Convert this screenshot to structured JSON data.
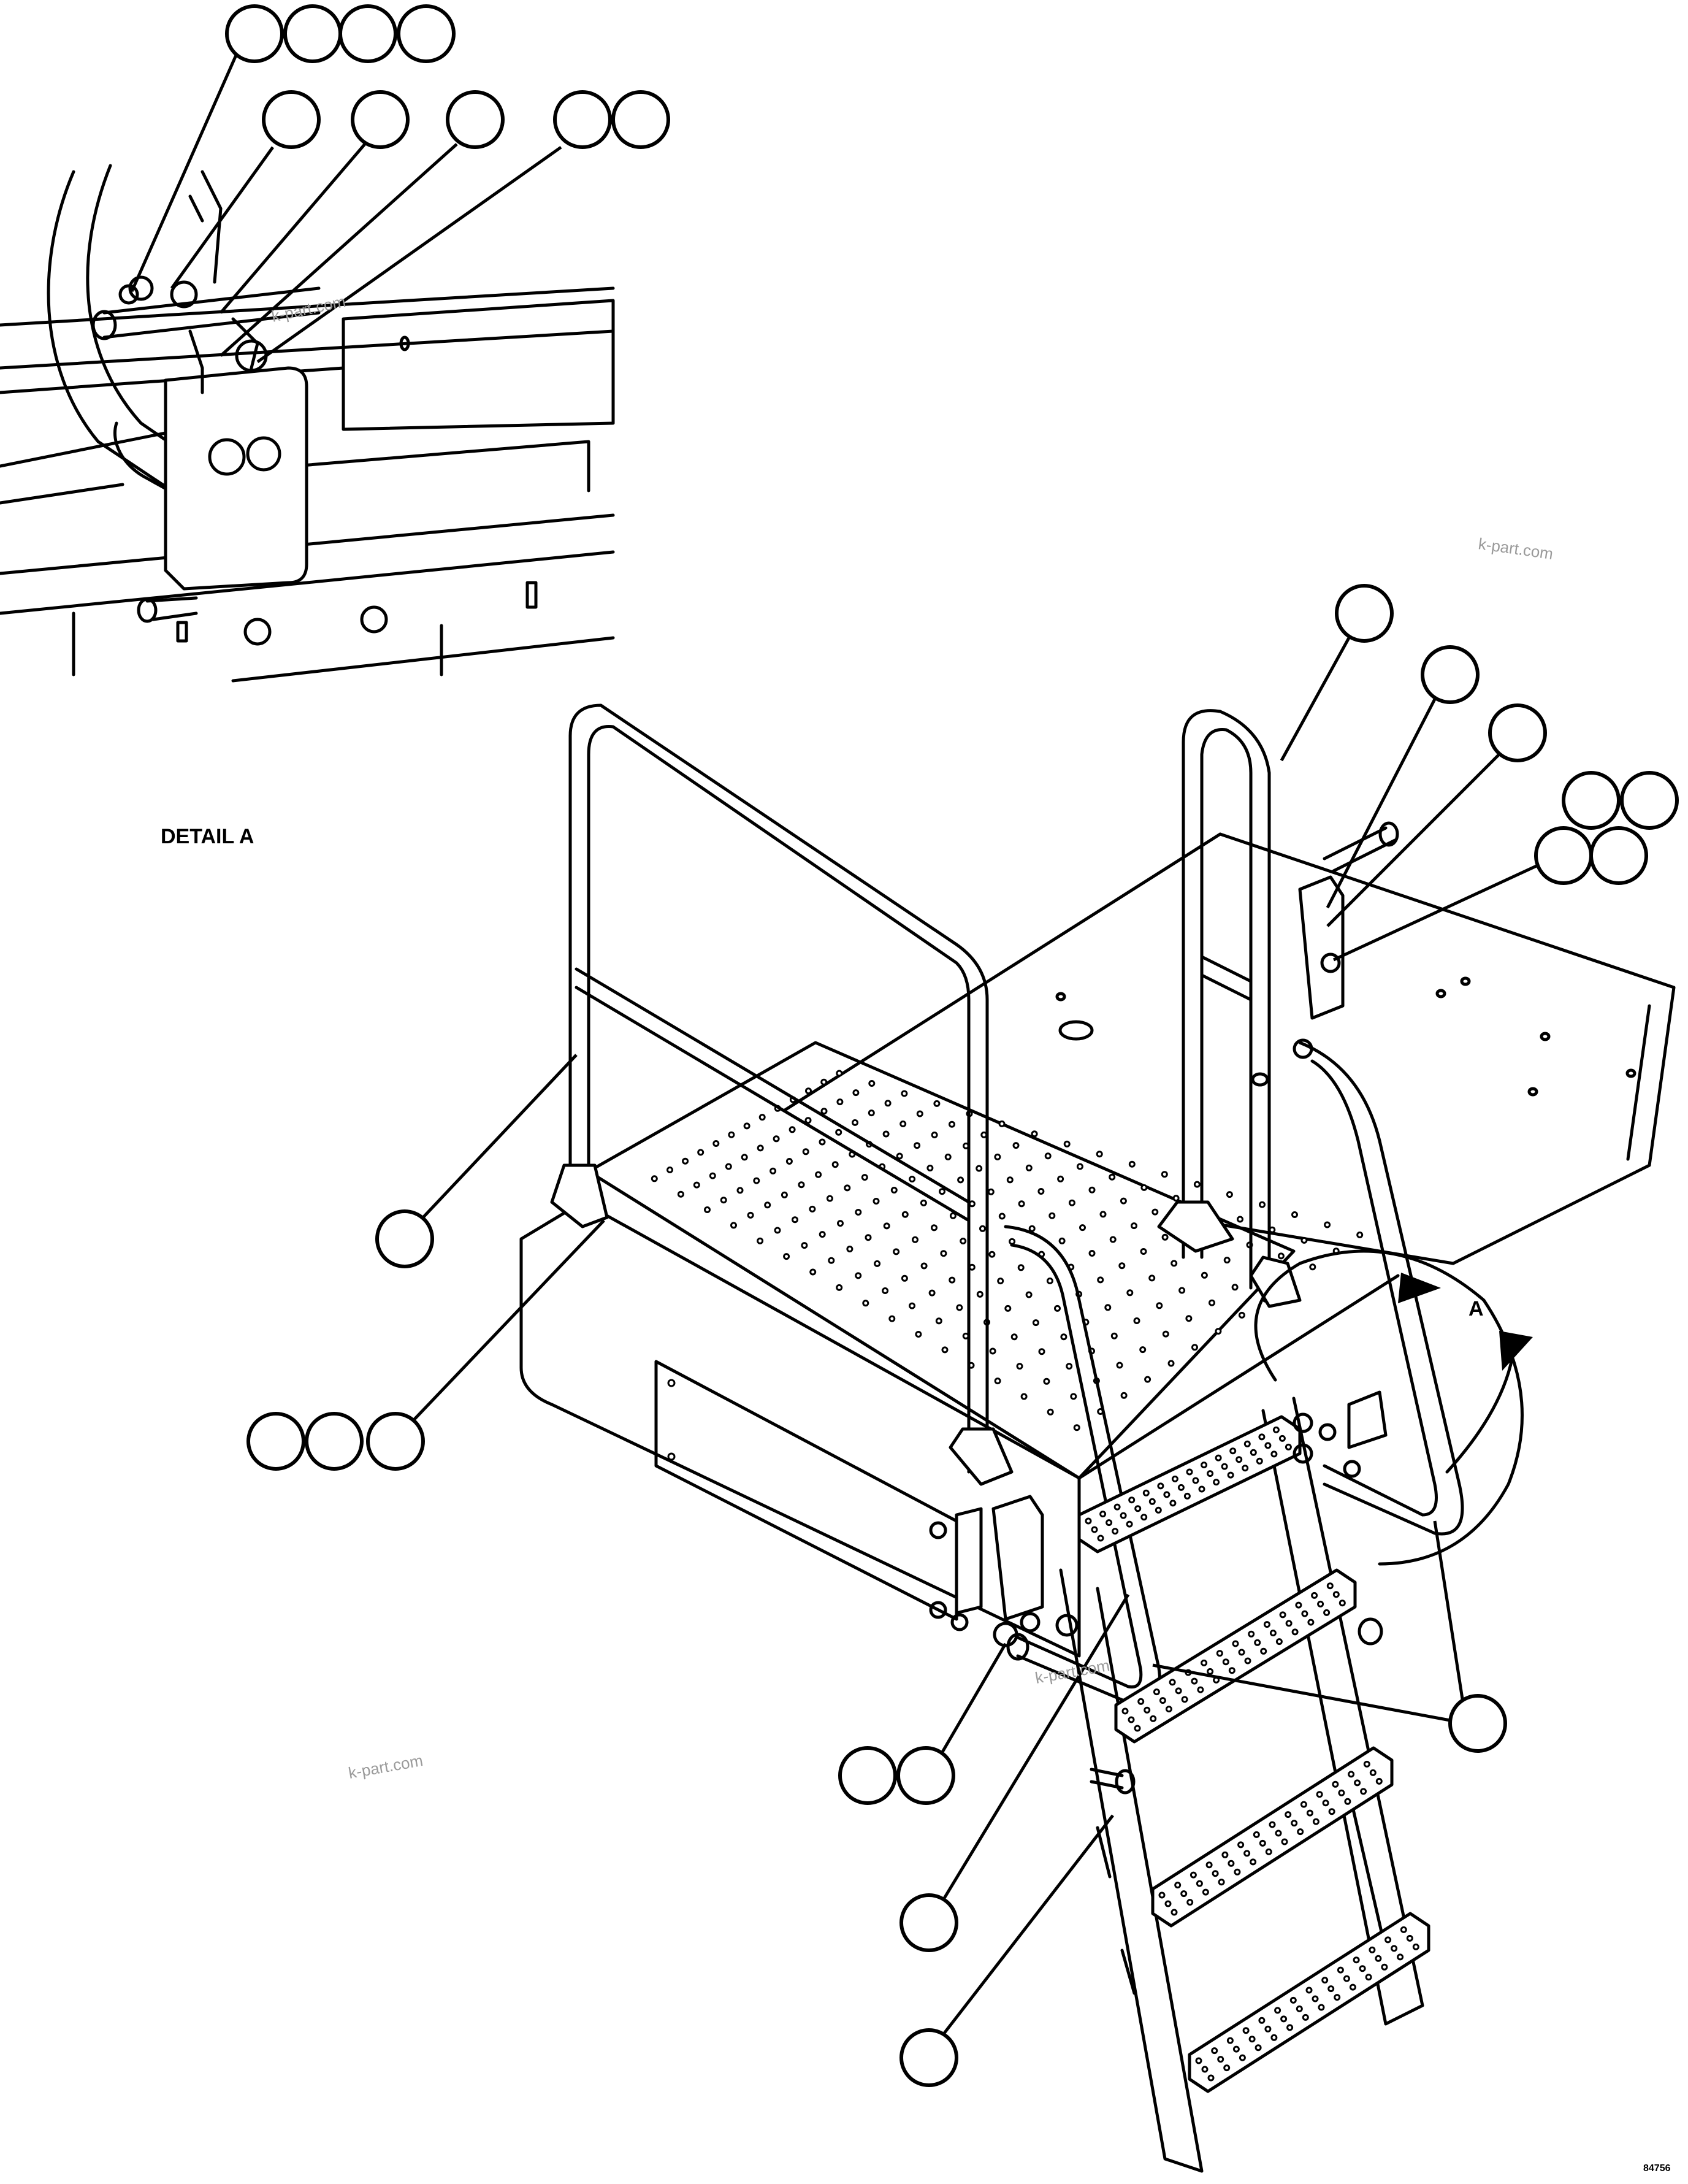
{
  "labels": {
    "detail": "DETAIL A",
    "view_arrow": "A",
    "drawing_number": "84756"
  },
  "watermarks": [
    "k-part.com",
    "k-part.com",
    "k-part.com",
    "k-part.com"
  ]
}
